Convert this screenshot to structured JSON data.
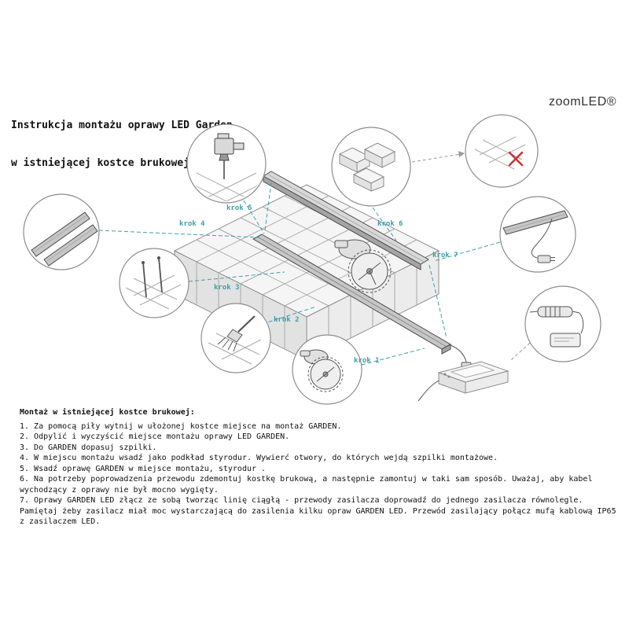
{
  "header": {
    "title_line1": "Instrukcja montażu oprawy LED Garden",
    "title_line2": "w istniejącej kostce brukowej",
    "logo": "zoomLED®"
  },
  "diagram": {
    "steps": [
      "krok 1",
      "krok 2",
      "krok 3",
      "krok 4",
      "krok 5",
      "krok 6",
      "krok 7"
    ],
    "callouts": [
      "drill-icon",
      "profile-rails-icon",
      "mounting-pins-icon",
      "brush-icon",
      "circular-saw-icon",
      "remove-blocks-icon",
      "wrong-cut-icon",
      "cable-connector-icon",
      "cable-joint-and-driver-icon"
    ],
    "colors": {
      "accent_teal": "#3d9fae",
      "error_red": "#cc3333",
      "line_gray": "#8c8c8c"
    }
  },
  "instructions": {
    "heading": "Montaż w istniejącej kostce brukowej:",
    "items": [
      {
        "num": "1.",
        "text": "Za pomocą piły wytnij w ułożonej kostce miejsce na montaż GARDEN."
      },
      {
        "num": "2.",
        "text": "Odpylić i wyczyścić miejsce montażu oprawy LED GARDEN."
      },
      {
        "num": "3.",
        "text": "Do GARDEN dopasuj szpilki."
      },
      {
        "num": "4.",
        "text": "W miejscu montażu wsadź jako podkład styrodur. Wywierć otwory, do których wejdą szpilki montażowe."
      },
      {
        "num": "5.",
        "text": "Wsadź oprawę GARDEN w miejsce montażu, styrodur ."
      },
      {
        "num": "6.",
        "text": "Na potrzeby poprowadzenia przewodu zdemontuj kostkę brukową, a następnie zamontuj w taki sam sposób. Uważaj, aby kabel wychodzący z oprawy nie był mocno wygięty."
      },
      {
        "num": "7.",
        "text": "Oprawy GARDEN LED złącz ze sobą tworząc linię ciągłą - przewody zasilacza doprowadź do jednego zasilacza równolegle. Pamiętaj żeby zasilacz miał moc wystarczającą do zasilenia kilku opraw GARDEN LED. Przewód zasilający połącz mufą kablową IP65 z zasilaczem LED."
      }
    ]
  }
}
